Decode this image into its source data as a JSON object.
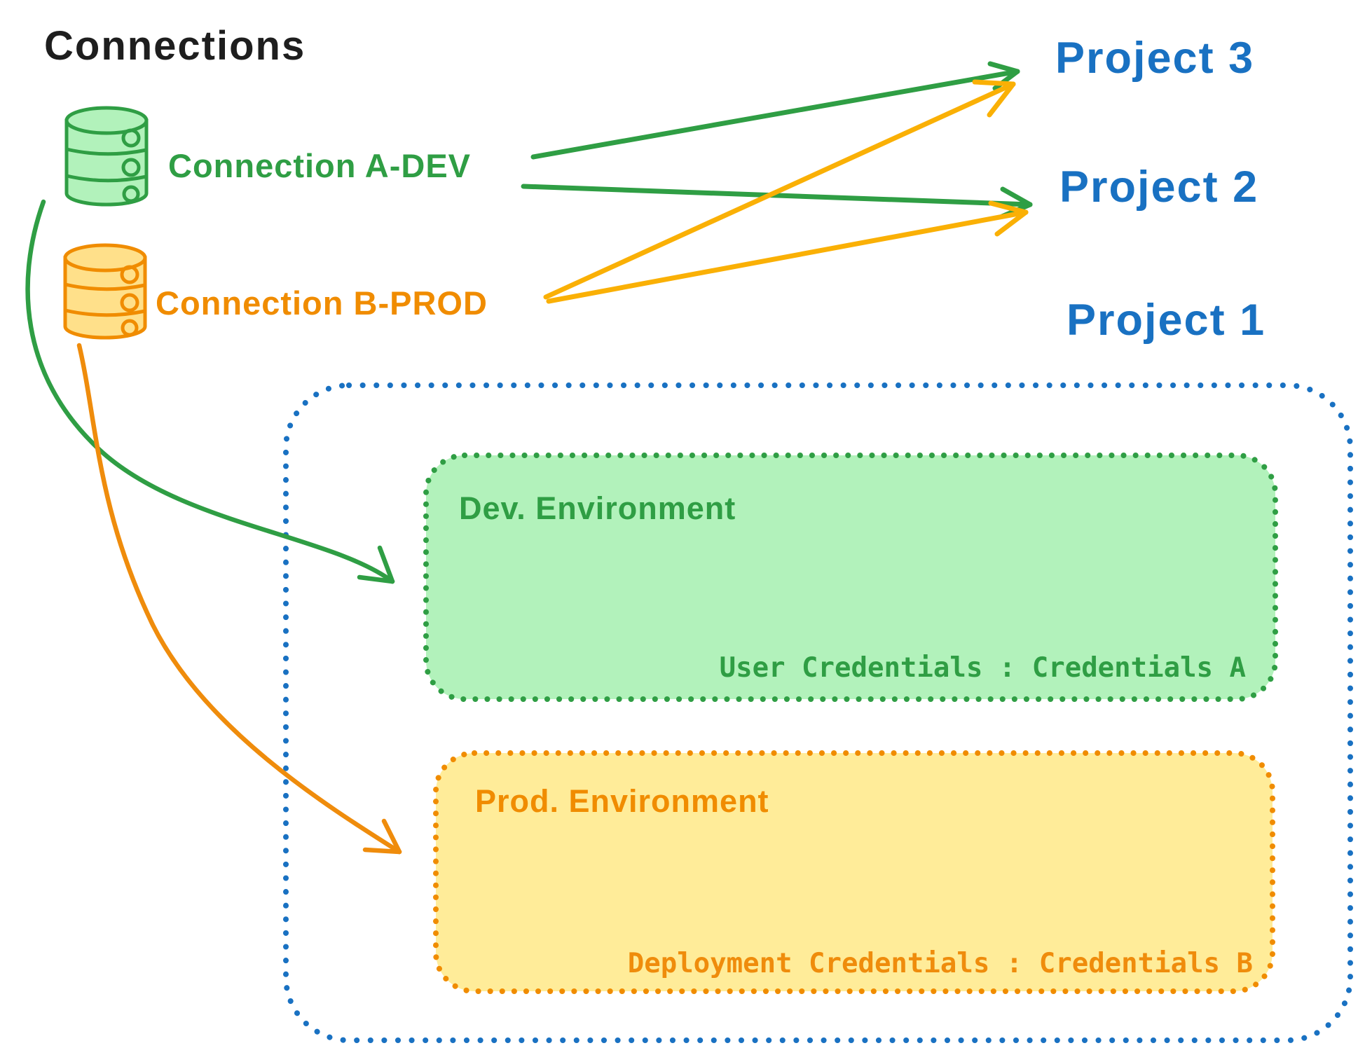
{
  "title": "Connections",
  "palette": {
    "green": "#2f9e44",
    "green_fill": "#b2f2bb",
    "orange": "#f08c00",
    "orange_fill": "#ffec99",
    "orange_db_fill": "#ffe08a",
    "yellow_arrow": "#fab005",
    "blue": "#1971c2",
    "ink": "#1e1e1e"
  },
  "connections": [
    {
      "label": "Connection A-DEV",
      "icon": "database-icon",
      "color": "#2f9e44"
    },
    {
      "label": "Connection B-PROD",
      "icon": "database-icon",
      "color": "#f08c00"
    }
  ],
  "projects": [
    {
      "label": "Project 3"
    },
    {
      "label": "Project 2"
    },
    {
      "label": "Project 1"
    }
  ],
  "project1_detail": {
    "environments": [
      {
        "title": "Dev. Environment",
        "credentials": "User Credentials : Credentials A",
        "color": "#2f9e44"
      },
      {
        "title": "Prod. Environment",
        "credentials": "Deployment Credentials : Credentials B",
        "color": "#f08c00"
      }
    ]
  },
  "edges": [
    {
      "from": "Connection A-DEV",
      "to": "Project 3",
      "color": "#2f9e44"
    },
    {
      "from": "Connection A-DEV",
      "to": "Project 2",
      "color": "#2f9e44"
    },
    {
      "from": "Connection B-PROD",
      "to": "Project 3",
      "color": "#fab005"
    },
    {
      "from": "Connection B-PROD",
      "to": "Project 2",
      "color": "#fab005"
    },
    {
      "from": "Connection A-DEV",
      "to": "Project 1 Dev. Environment",
      "color": "#2f9e44"
    },
    {
      "from": "Connection B-PROD",
      "to": "Project 1 Prod. Environment",
      "color": "#f08c00"
    }
  ]
}
